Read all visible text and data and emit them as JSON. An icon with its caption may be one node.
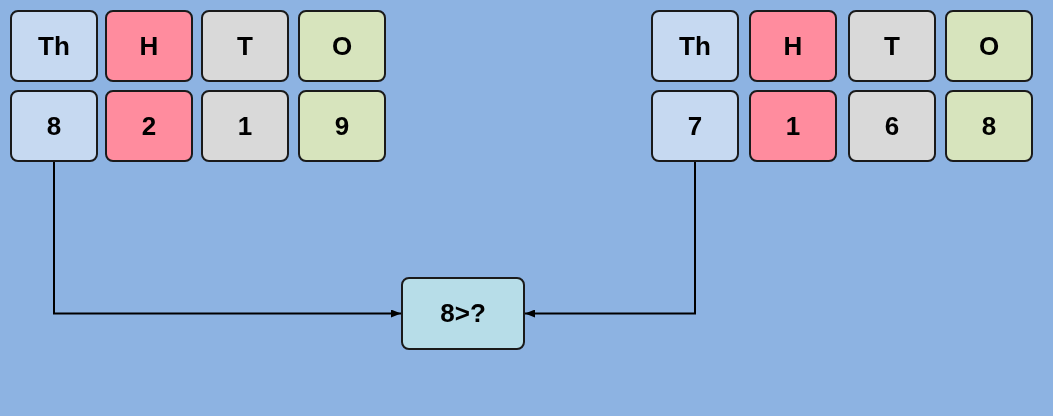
{
  "diagram": {
    "nodes": [
      {
        "text": [
          "Th"
        ]
      },
      {
        "text": [
          "H"
        ]
      },
      {
        "text": [
          "T"
        ]
      },
      {
        "text": [
          "O"
        ]
      },
      {
        "text": [
          "8"
        ]
      },
      {
        "text": [
          "2"
        ]
      },
      {
        "text": [
          "1"
        ]
      },
      {
        "text": [
          "9"
        ]
      },
      {
        "text": [
          "Th"
        ]
      },
      {
        "text": [
          "H"
        ]
      },
      {
        "text": [
          "T"
        ]
      },
      {
        "text": [
          "O"
        ]
      },
      {
        "text": [
          "7"
        ]
      },
      {
        "text": [
          "1"
        ]
      },
      {
        "text": [
          "6"
        ]
      },
      {
        "text": [
          "8"
        ]
      },
      {
        "text": [
          "8>?"
        ]
      }
    ],
    "edges": [
      {
        "from": 4,
        "to": 16,
        "arrow": "to"
      },
      {
        "from": 12,
        "to": 16,
        "arrow": "to"
      }
    ]
  }
}
